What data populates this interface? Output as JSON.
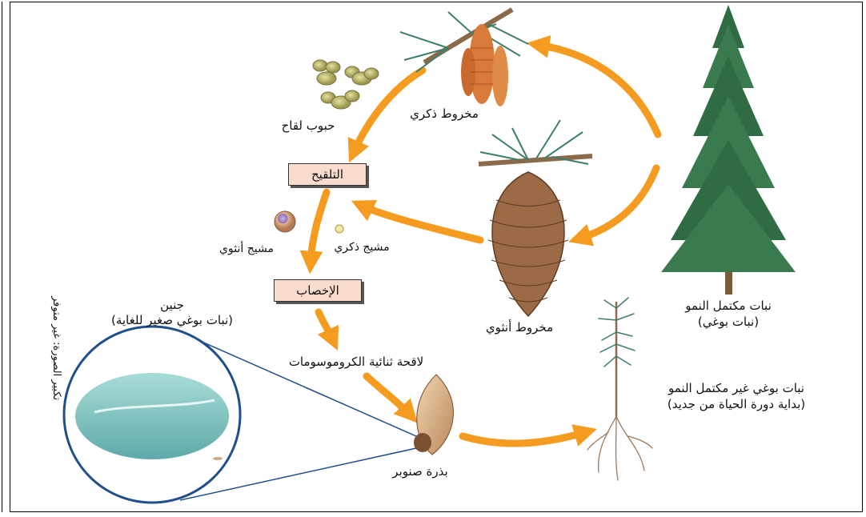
{
  "labels": {
    "male_cone": "مخروط ذكري",
    "pollen": "حبوب لقاح",
    "pollination": "التلقيح",
    "female_gametophyte": "مشيج أنثوي",
    "male_gametophyte": "مشيج ذكري",
    "fertilization": "الإخصاب",
    "female_cone": "مخروط أنثوي",
    "mature_plant_line1": "نبات مكتمل النمو",
    "mature_plant_line2": "(نبات بوغي)",
    "embryo_line1": "جنين",
    "embryo_line2": "(نبات بوغي صغير للغاية)",
    "zygote": "لاقحة ثنائية الكروموسومات",
    "seed": "بذرة صنوبر",
    "young_plant_line1": "نبات بوغي غير مكتمل النمو",
    "young_plant_line2": "(بداية دورة الحياة من جديد)",
    "magnification_note": "تكبير الصورة: غير متوفر"
  },
  "colors": {
    "arrow": "#f59b1f",
    "box_fill": "#f9dccd",
    "tree_green": "#2f6b43",
    "lens_ring": "#1f4e8c",
    "embryo_fill": "#7fbfbf"
  },
  "icons": [
    "pine-tree-icon",
    "male-cone-icon",
    "female-cone-icon",
    "pollen-grain-icon",
    "seed-icon",
    "seedling-icon",
    "embryo-lens-icon"
  ]
}
